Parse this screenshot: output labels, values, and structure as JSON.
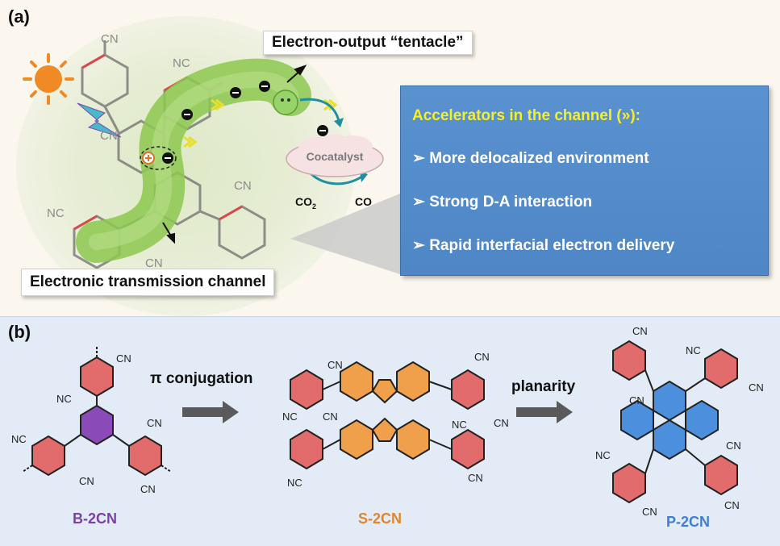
{
  "panel_a": {
    "label": "(a)",
    "callout_top": "Electron-output “tentacle”",
    "callout_bottom": "Electronic transmission channel",
    "cocatalyst": "Cocatalyst",
    "co2": "CO",
    "co2_sub": "2",
    "co": "CO",
    "cn_label": "CN",
    "nc_label": "NC",
    "box": {
      "title": "Accelerators in the channel (»):",
      "items": [
        "➢ More delocalized environment",
        "➢ Strong D-A interaction",
        "➢ Rapid interfacial electron delivery"
      ]
    },
    "colors": {
      "box": "#4f86c6",
      "title": "#f5ee2b",
      "channel": "#7fbf3f",
      "sun": "#f08a24"
    }
  },
  "panel_b": {
    "label": "(b)",
    "arrow1": "π conjugation",
    "arrow2": "planarity",
    "cn_label": "CN",
    "nc_label": "NC",
    "molecules": [
      {
        "name": "B-2CN",
        "color": "#7b3fa6"
      },
      {
        "name": "S-2CN",
        "color": "#e2852c"
      },
      {
        "name": "P-2CN",
        "color": "#3e7fcf"
      }
    ]
  }
}
